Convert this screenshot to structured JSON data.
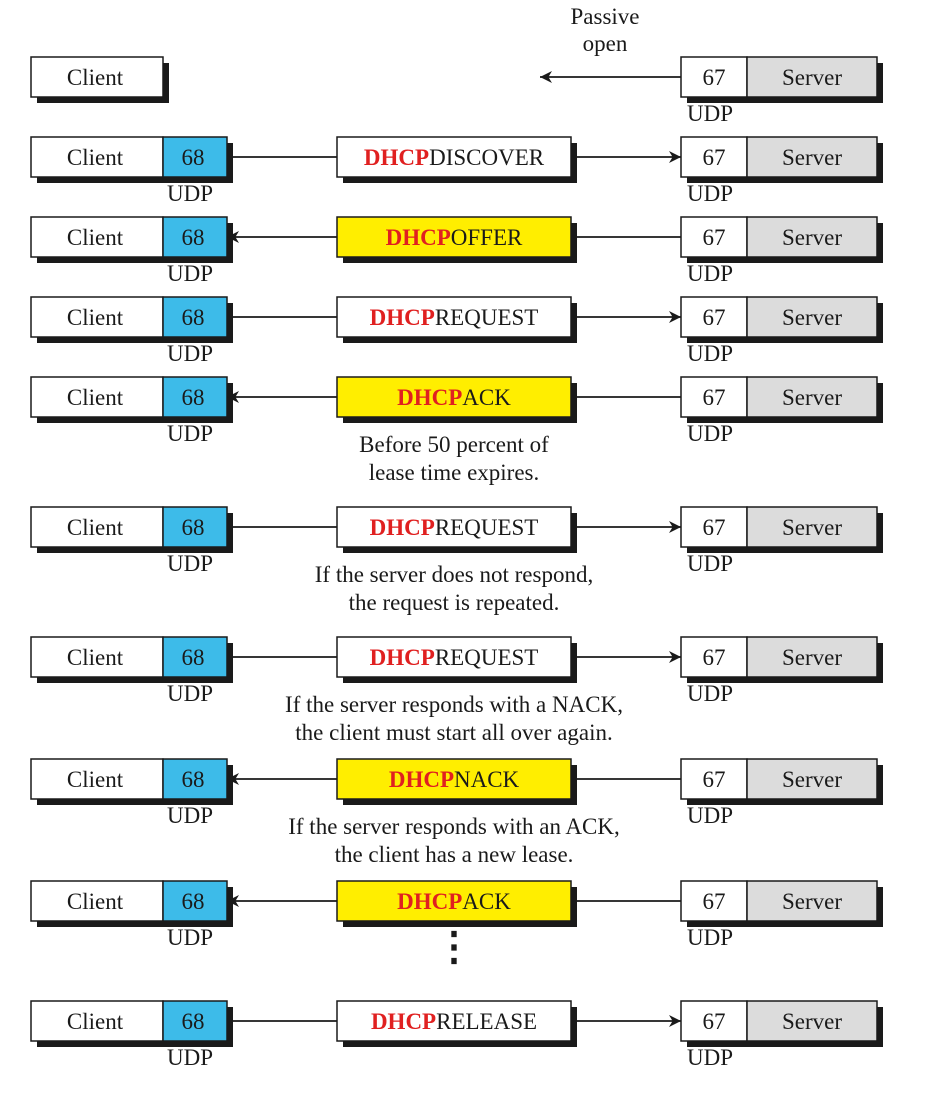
{
  "labels": {
    "client": "Client",
    "server": "Server",
    "client_port": "68",
    "server_port": "67",
    "udp": "UDP",
    "passive_open_1": "Passive",
    "passive_open_2": "open",
    "ellipsis": "⋮"
  },
  "message_prefix": "DHCP",
  "colors": {
    "client_port_fill": "#3dbbe9",
    "server_fill": "#dcdcdc",
    "highlight_fill": "#ffee00",
    "plain_fill": "#ffffff",
    "prefix_color": "#e02020",
    "line_color": "#1a1a1a"
  },
  "rows": [
    {
      "kind": "passive"
    },
    {
      "kind": "message",
      "suffix": "DISCOVER",
      "direction": "to-server",
      "highlight": false
    },
    {
      "kind": "message",
      "suffix": "OFFER",
      "direction": "to-client",
      "highlight": true
    },
    {
      "kind": "message",
      "suffix": "REQUEST",
      "direction": "to-server",
      "highlight": false
    },
    {
      "kind": "message",
      "suffix": "ACK",
      "direction": "to-client",
      "highlight": true
    },
    {
      "kind": "message",
      "suffix": "REQUEST",
      "direction": "to-server",
      "highlight": false
    },
    {
      "kind": "message",
      "suffix": "REQUEST",
      "direction": "to-server",
      "highlight": false
    },
    {
      "kind": "message",
      "suffix": "NACK",
      "direction": "to-client",
      "highlight": true
    },
    {
      "kind": "message",
      "suffix": "ACK",
      "direction": "to-client",
      "highlight": true
    },
    {
      "kind": "message",
      "suffix": "RELEASE",
      "direction": "to-server",
      "highlight": false
    }
  ],
  "notes": [
    {
      "after_row": 4,
      "lines": [
        "Before 50 percent of",
        "lease time expires."
      ]
    },
    {
      "after_row": 5,
      "lines": [
        "If the server does not respond,",
        "the request is repeated."
      ]
    },
    {
      "after_row": 6,
      "lines": [
        "If the server responds with a NACK,",
        "the client must start all over again."
      ]
    },
    {
      "after_row": 7,
      "lines": [
        "If the server responds with an ACK,",
        "the client has a new lease."
      ]
    }
  ]
}
